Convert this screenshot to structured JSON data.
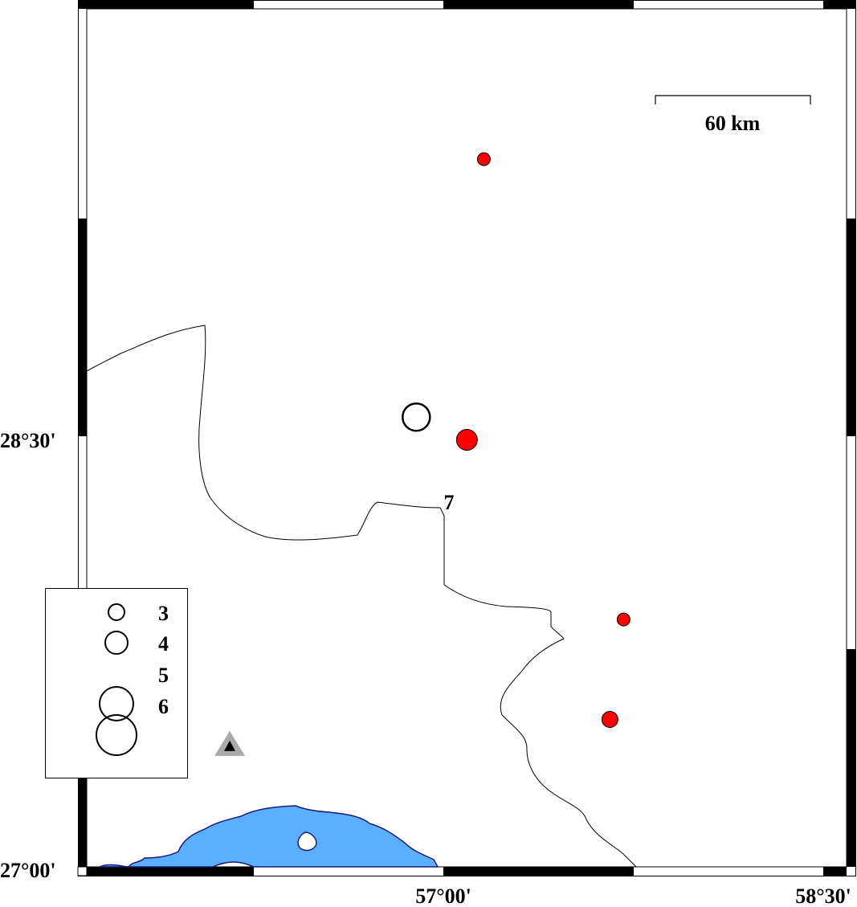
{
  "map": {
    "projection": {
      "lon_min": 55.59,
      "lon_max": 58.592,
      "lat_min": 27.0,
      "lat_max": 29.98
    },
    "x_ticks": [
      {
        "lon": 57.0,
        "label": "57°00'"
      },
      {
        "lon": 58.5,
        "label": "58°30'"
      }
    ],
    "y_ticks": [
      {
        "lat": 28.5,
        "label": "28°30'"
      },
      {
        "lat": 27.0,
        "label": "27°00'"
      }
    ],
    "scale_bar": {
      "label": "60 km"
    },
    "events": [
      {
        "lon": 57.159,
        "lat": 29.458,
        "size": "small",
        "style": "red"
      },
      {
        "lon": 57.092,
        "lat": 28.483,
        "size": "large",
        "style": "red"
      },
      {
        "lon": 57.711,
        "lat": 27.859,
        "size": "small",
        "style": "red"
      },
      {
        "lon": 57.657,
        "lat": 27.512,
        "size": "medium",
        "style": "red"
      },
      {
        "lon": 56.892,
        "lat": 28.562,
        "size": "large",
        "style": "open"
      }
    ],
    "station": {
      "lon": 56.155,
      "lat": 27.419
    },
    "region_label": "7",
    "legend": {
      "items": [
        {
          "label": "3"
        },
        {
          "label": "4"
        },
        {
          "label": "5"
        },
        {
          "label": "6"
        }
      ]
    },
    "colors": {
      "event": "#ff0000",
      "water": "#5ab0ff",
      "coast": "#1a1a7a",
      "station": "#aaaaaa"
    }
  }
}
